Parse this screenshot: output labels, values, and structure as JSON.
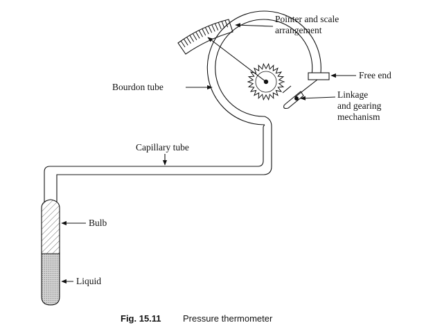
{
  "figure": {
    "caption_number": "Fig. 15.11",
    "caption_title": "Pressure thermometer"
  },
  "labels": {
    "pointer_scale_line1": "Pointer and scale",
    "pointer_scale_line2": "arrangement",
    "free_end": "Free end",
    "bourdon_tube": "Bourdon tube",
    "linkage_line1": "Linkage",
    "linkage_line2": "and gearing",
    "linkage_line3": "mechanism",
    "capillary_tube": "Capillary tube",
    "bulb": "Bulb",
    "liquid": "Liquid"
  },
  "colors": {
    "ink": "#111111",
    "liquid_fill": "#c9c9c9"
  }
}
